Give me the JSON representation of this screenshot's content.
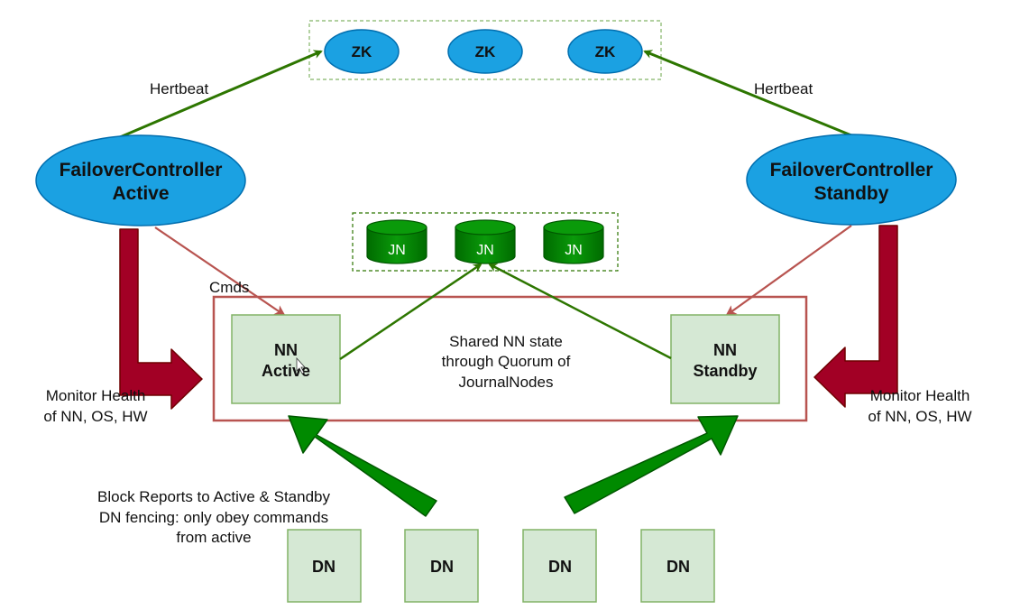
{
  "zk_nodes": [
    "ZK",
    "ZK",
    "ZK"
  ],
  "jn_nodes": [
    "JN",
    "JN",
    "JN"
  ],
  "dn_nodes": [
    "DN",
    "DN",
    "DN",
    "DN"
  ],
  "heartbeat_left": "Hertbeat",
  "heartbeat_right": "Hertbeat",
  "fc_active": {
    "line1": "FailoverController",
    "line2": "Active"
  },
  "fc_standby": {
    "line1": "FailoverController",
    "line2": "Standby"
  },
  "cmds": "Cmds",
  "nn_active": {
    "line1": "NN",
    "line2": "Active"
  },
  "nn_standby": {
    "line1": "NN",
    "line2": "Standby"
  },
  "shared_state": [
    "Shared NN state",
    "through Quorum of",
    "JournalNodes"
  ],
  "monitor_left": [
    "Monitor Health",
    "of NN, OS, HW"
  ],
  "monitor_right": [
    "Monitor Health",
    "of NN, OS, HW"
  ],
  "block_reports": [
    "Block Reports to Active  & Standby",
    "DN fencing: only obey commands",
    "from active"
  ],
  "colors": {
    "zk_fill": "#1ba1e2",
    "zk_stroke": "#006eaf",
    "jn_fill": "#008a00",
    "jn_stroke": "#005700",
    "box_fill": "#d5e8d4",
    "box_stroke": "#82b366",
    "green_arrow": "#2d7600",
    "red_arrow": "#a20025",
    "pink_line": "#b85450",
    "red_frame": "#b85450"
  }
}
